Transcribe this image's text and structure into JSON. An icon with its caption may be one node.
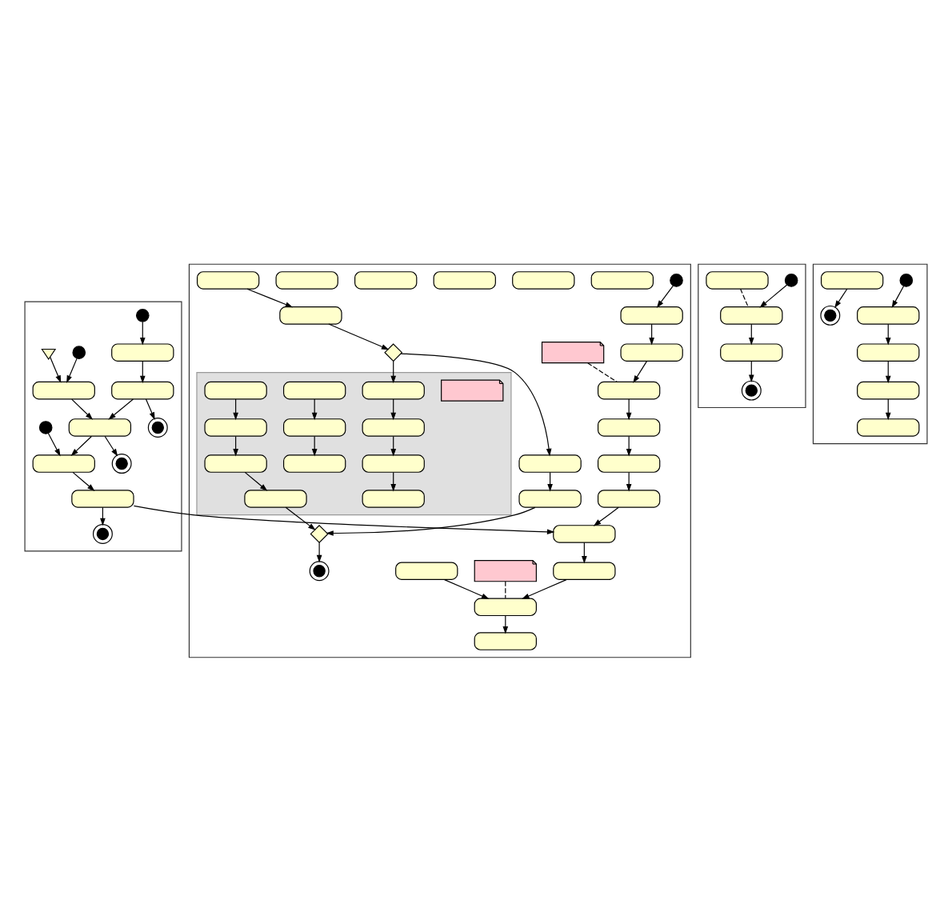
{
  "diagram": {
    "nodes": [
      {
        "text": [],
        "shape": "band"
      },
      {
        "text": [],
        "shape": "circle",
        "in": 0
      },
      {
        "text": [],
        "shape": "box",
        "in": 0
      },
      {
        "text": [],
        "shape": "box",
        "in": 0
      },
      {
        "text": [],
        "shape": "bullseye",
        "in": 0
      },
      {
        "text": [],
        "shape": "circle",
        "in": 0
      },
      {
        "text": [],
        "shape": "hourglass",
        "in": 0
      },
      {
        "text": [],
        "shape": "box",
        "in": 0
      },
      {
        "text": [],
        "shape": "box",
        "in": 0
      },
      {
        "text": [],
        "shape": "bullseye",
        "in": 0
      },
      {
        "text": [],
        "shape": "circle",
        "in": 0
      },
      {
        "text": [],
        "shape": "box",
        "in": 0
      },
      {
        "text": [],
        "shape": "box",
        "in": 0
      },
      {
        "text": [],
        "shape": "bullseye",
        "in": 0
      },
      {
        "text": [],
        "shape": "band"
      },
      {
        "text": [],
        "shape": "circle",
        "in": 14
      },
      {
        "text": [],
        "shape": "box",
        "in": 14
      },
      {
        "text": [],
        "shape": "box",
        "in": 14
      },
      {
        "text": [],
        "shape": "box",
        "in": 14
      },
      {
        "text": [],
        "shape": "note",
        "in": 14
      },
      {
        "text": [],
        "shape": "box",
        "in": 14
      },
      {
        "text": [],
        "shape": "box",
        "in": 14
      },
      {
        "text": [],
        "shape": "box",
        "in": 14
      },
      {
        "text": [],
        "shape": "box",
        "in": 14
      },
      {
        "text": [],
        "shape": "box",
        "in": 14
      },
      {
        "text": [],
        "shape": "box",
        "in": 14
      },
      {
        "text": [],
        "shape": "note",
        "in": 14
      },
      {
        "text": [],
        "shape": "box",
        "in": 14
      },
      {
        "text": [],
        "shape": "box",
        "in": 14
      },
      {
        "text": [],
        "shape": "box",
        "in": 14
      },
      {
        "text": [],
        "shape": "box",
        "in": 14
      },
      {
        "text": [],
        "shape": "box",
        "in": 14
      },
      {
        "text": [],
        "shape": "box",
        "in": 14
      },
      {
        "text": [],
        "shape": "box",
        "in": 14
      },
      {
        "text": [],
        "shape": "box",
        "in": 14
      },
      {
        "text": [],
        "shape": "box",
        "in": 14
      },
      {
        "text": [],
        "shape": "diamond",
        "in": 14
      },
      {
        "text": [],
        "shape": "box",
        "in": 14
      },
      {
        "text": [],
        "shape": "box",
        "in": 14
      },
      {
        "text": [],
        "shape": "box",
        "in": 14
      },
      {
        "text": [],
        "shape": "note",
        "in": 39
      },
      {
        "text": [],
        "shape": "box",
        "in": 39
      },
      {
        "text": [],
        "shape": "box",
        "in": 39
      },
      {
        "text": [],
        "shape": "box",
        "in": 39
      },
      {
        "text": [],
        "shape": "box",
        "in": 39
      },
      {
        "text": [],
        "shape": "box",
        "in": 39
      },
      {
        "text": [],
        "shape": "box",
        "in": 39
      },
      {
        "text": [],
        "shape": "box",
        "in": 39
      },
      {
        "text": [],
        "shape": "box",
        "in": 39
      },
      {
        "text": [],
        "shape": "box",
        "in": 39
      },
      {
        "text": [],
        "shape": "box",
        "in": 39
      },
      {
        "text": [],
        "shape": "box",
        "in": 39
      },
      {
        "text": [],
        "shape": "diamond",
        "in": 14
      },
      {
        "text": [],
        "shape": "bullseye",
        "in": 14
      },
      {
        "text": [],
        "shape": "band"
      },
      {
        "text": [],
        "shape": "circle",
        "in": 54
      },
      {
        "text": [],
        "shape": "box",
        "in": 54
      },
      {
        "text": [],
        "shape": "box",
        "in": 54
      },
      {
        "text": [],
        "shape": "box",
        "in": 54
      },
      {
        "text": [],
        "shape": "bullseye",
        "in": 54
      },
      {
        "text": [],
        "shape": "band"
      },
      {
        "text": [],
        "shape": "circle",
        "in": 60
      },
      {
        "text": [],
        "shape": "box",
        "in": 60
      },
      {
        "text": [],
        "shape": "box",
        "in": 60
      },
      {
        "text": [],
        "shape": "box",
        "in": 60
      },
      {
        "text": [],
        "shape": "box",
        "in": 60
      },
      {
        "text": [],
        "shape": "box",
        "in": 60
      },
      {
        "text": [],
        "shape": "bullseye",
        "in": 60
      }
    ],
    "edges": [
      {
        "from": 1,
        "to": 2,
        "arrow": "to"
      },
      {
        "from": 2,
        "to": 3,
        "arrow": "to"
      },
      {
        "from": 3,
        "to": 4,
        "arrow": "to"
      },
      {
        "from": 3,
        "to": 8,
        "arrow": "to"
      },
      {
        "from": 5,
        "to": 7,
        "arrow": "to"
      },
      {
        "from": 6,
        "to": 7,
        "arrow": "to"
      },
      {
        "from": 7,
        "to": 8,
        "arrow": "to"
      },
      {
        "from": 8,
        "to": 9,
        "arrow": "to"
      },
      {
        "from": 8,
        "to": 11,
        "arrow": "to"
      },
      {
        "from": 10,
        "to": 11,
        "arrow": "to"
      },
      {
        "from": 11,
        "to": 12,
        "arrow": "to"
      },
      {
        "from": 12,
        "to": 13,
        "arrow": "to"
      },
      {
        "from": 12,
        "to": 24,
        "arrow": "to"
      },
      {
        "from": 15,
        "to": 16,
        "arrow": "to"
      },
      {
        "from": 16,
        "to": 17,
        "arrow": "to"
      },
      {
        "from": 17,
        "to": 20,
        "arrow": "to"
      },
      {
        "from": 19,
        "to": 20,
        "arrow": "none",
        "style": "dashed"
      },
      {
        "from": 20,
        "to": 21,
        "arrow": "to"
      },
      {
        "from": 21,
        "to": 22,
        "arrow": "to"
      },
      {
        "from": 22,
        "to": 23,
        "arrow": "to"
      },
      {
        "from": 23,
        "to": 24,
        "arrow": "to"
      },
      {
        "from": 24,
        "to": 25,
        "arrow": "to"
      },
      {
        "from": 25,
        "to": 30,
        "arrow": "to"
      },
      {
        "from": 29,
        "to": 30,
        "arrow": "to"
      },
      {
        "from": 26,
        "to": 30,
        "arrow": "none",
        "style": "dashed"
      },
      {
        "from": 30,
        "to": 31,
        "arrow": "to"
      },
      {
        "from": 34,
        "to": 35,
        "arrow": "to"
      },
      {
        "from": 35,
        "to": 36,
        "arrow": "to"
      },
      {
        "from": 36,
        "to": 37,
        "arrow": "to"
      },
      {
        "from": 36,
        "to": 41,
        "arrow": "to"
      },
      {
        "from": 37,
        "to": 38,
        "arrow": "to"
      },
      {
        "from": 41,
        "to": 42,
        "arrow": "to"
      },
      {
        "from": 42,
        "to": 43,
        "arrow": "to"
      },
      {
        "from": 43,
        "to": 44,
        "arrow": "to"
      },
      {
        "from": 45,
        "to": 46,
        "arrow": "to"
      },
      {
        "from": 46,
        "to": 47,
        "arrow": "to"
      },
      {
        "from": 48,
        "to": 49,
        "arrow": "to"
      },
      {
        "from": 49,
        "to": 50,
        "arrow": "to"
      },
      {
        "from": 50,
        "to": 51,
        "arrow": "to"
      },
      {
        "from": 51,
        "to": 52,
        "arrow": "to"
      },
      {
        "from": 38,
        "to": 52,
        "arrow": "to"
      },
      {
        "from": 52,
        "to": 53,
        "arrow": "to"
      },
      {
        "from": 55,
        "to": 57,
        "arrow": "to"
      },
      {
        "from": 56,
        "to": 57,
        "arrow": "none",
        "style": "dashed"
      },
      {
        "from": 57,
        "to": 58,
        "arrow": "to"
      },
      {
        "from": 58,
        "to": 59,
        "arrow": "to"
      },
      {
        "from": 61,
        "to": 62,
        "arrow": "to"
      },
      {
        "from": 62,
        "to": 63,
        "arrow": "to"
      },
      {
        "from": 63,
        "to": 64,
        "arrow": "to"
      },
      {
        "from": 64,
        "to": 65,
        "arrow": "to"
      },
      {
        "from": 66,
        "to": 67,
        "arrow": "to"
      }
    ]
  }
}
